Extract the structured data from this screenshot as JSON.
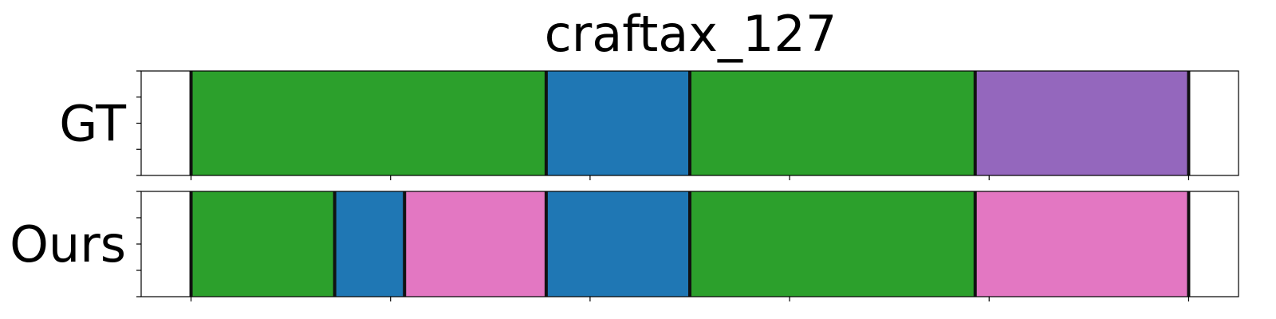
{
  "chart_data": {
    "type": "segmentation-timeline",
    "title": "craftax_127",
    "xlim": [
      0,
      550
    ],
    "xticks": [
      25,
      125,
      225,
      325,
      425,
      525
    ],
    "tick_labels_visible": false,
    "grid": false,
    "legend": "none",
    "rows": [
      {
        "label": "GT",
        "segments": [
          {
            "start": 25,
            "end": 203,
            "color": "#2ca02c"
          },
          {
            "start": 203,
            "end": 275,
            "color": "#1f77b4"
          },
          {
            "start": 275,
            "end": 418,
            "color": "#2ca02c"
          },
          {
            "start": 418,
            "end": 525,
            "color": "#9467bd"
          }
        ]
      },
      {
        "label": "Ours",
        "segments": [
          {
            "start": 25,
            "end": 97,
            "color": "#2ca02c"
          },
          {
            "start": 97,
            "end": 132,
            "color": "#1f77b4"
          },
          {
            "start": 132,
            "end": 203,
            "color": "#e377c2"
          },
          {
            "start": 203,
            "end": 275,
            "color": "#1f77b4"
          },
          {
            "start": 275,
            "end": 418,
            "color": "#2ca02c"
          },
          {
            "start": 418,
            "end": 525,
            "color": "#e377c2"
          }
        ]
      }
    ]
  }
}
